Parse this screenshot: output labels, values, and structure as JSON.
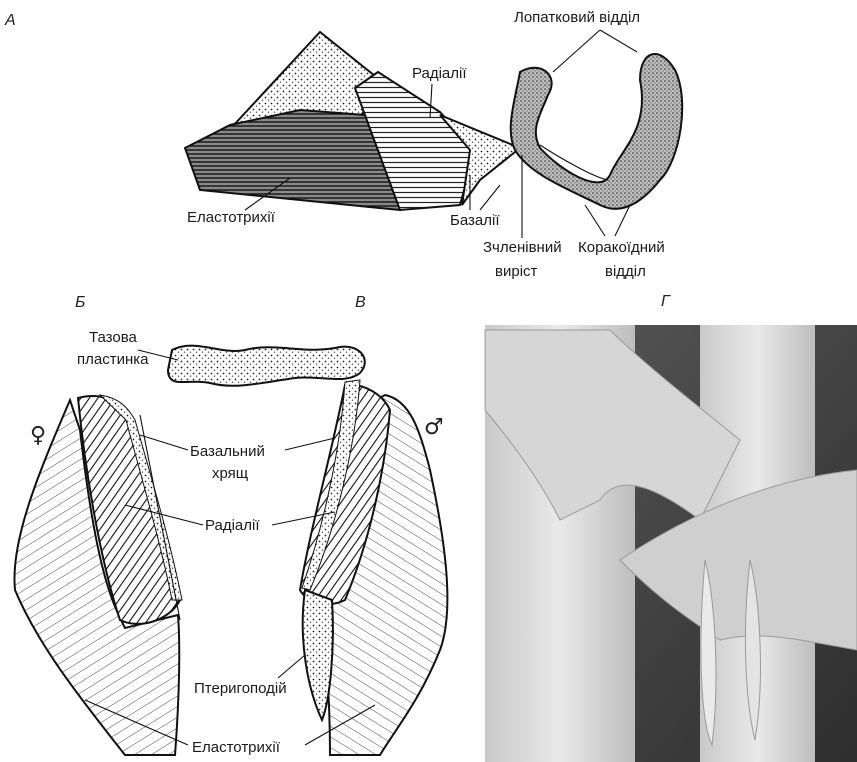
{
  "panels": {
    "a": "А",
    "b": "Б",
    "c": "В",
    "d": "Г"
  },
  "labels_a": {
    "shoulder": "Лопатковий відділ",
    "radials": "Радіалії",
    "elastotrichia": "Еластотрихії",
    "basals": "Базалії",
    "articular_1": "Зчленівний",
    "articular_2": "виріст",
    "coracoid_1": "Коракоїдний",
    "coracoid_2": "відділ"
  },
  "labels_bc": {
    "pelvic_1": "Тазова",
    "pelvic_2": "пластинка",
    "basal_cart_1": "Базальний",
    "basal_cart_2": "хрящ",
    "radials": "Радіалії",
    "pterygopod": "Птеригоподій",
    "elastotrichia": "Еластотрихії",
    "female": "♀",
    "male": "♂"
  }
}
